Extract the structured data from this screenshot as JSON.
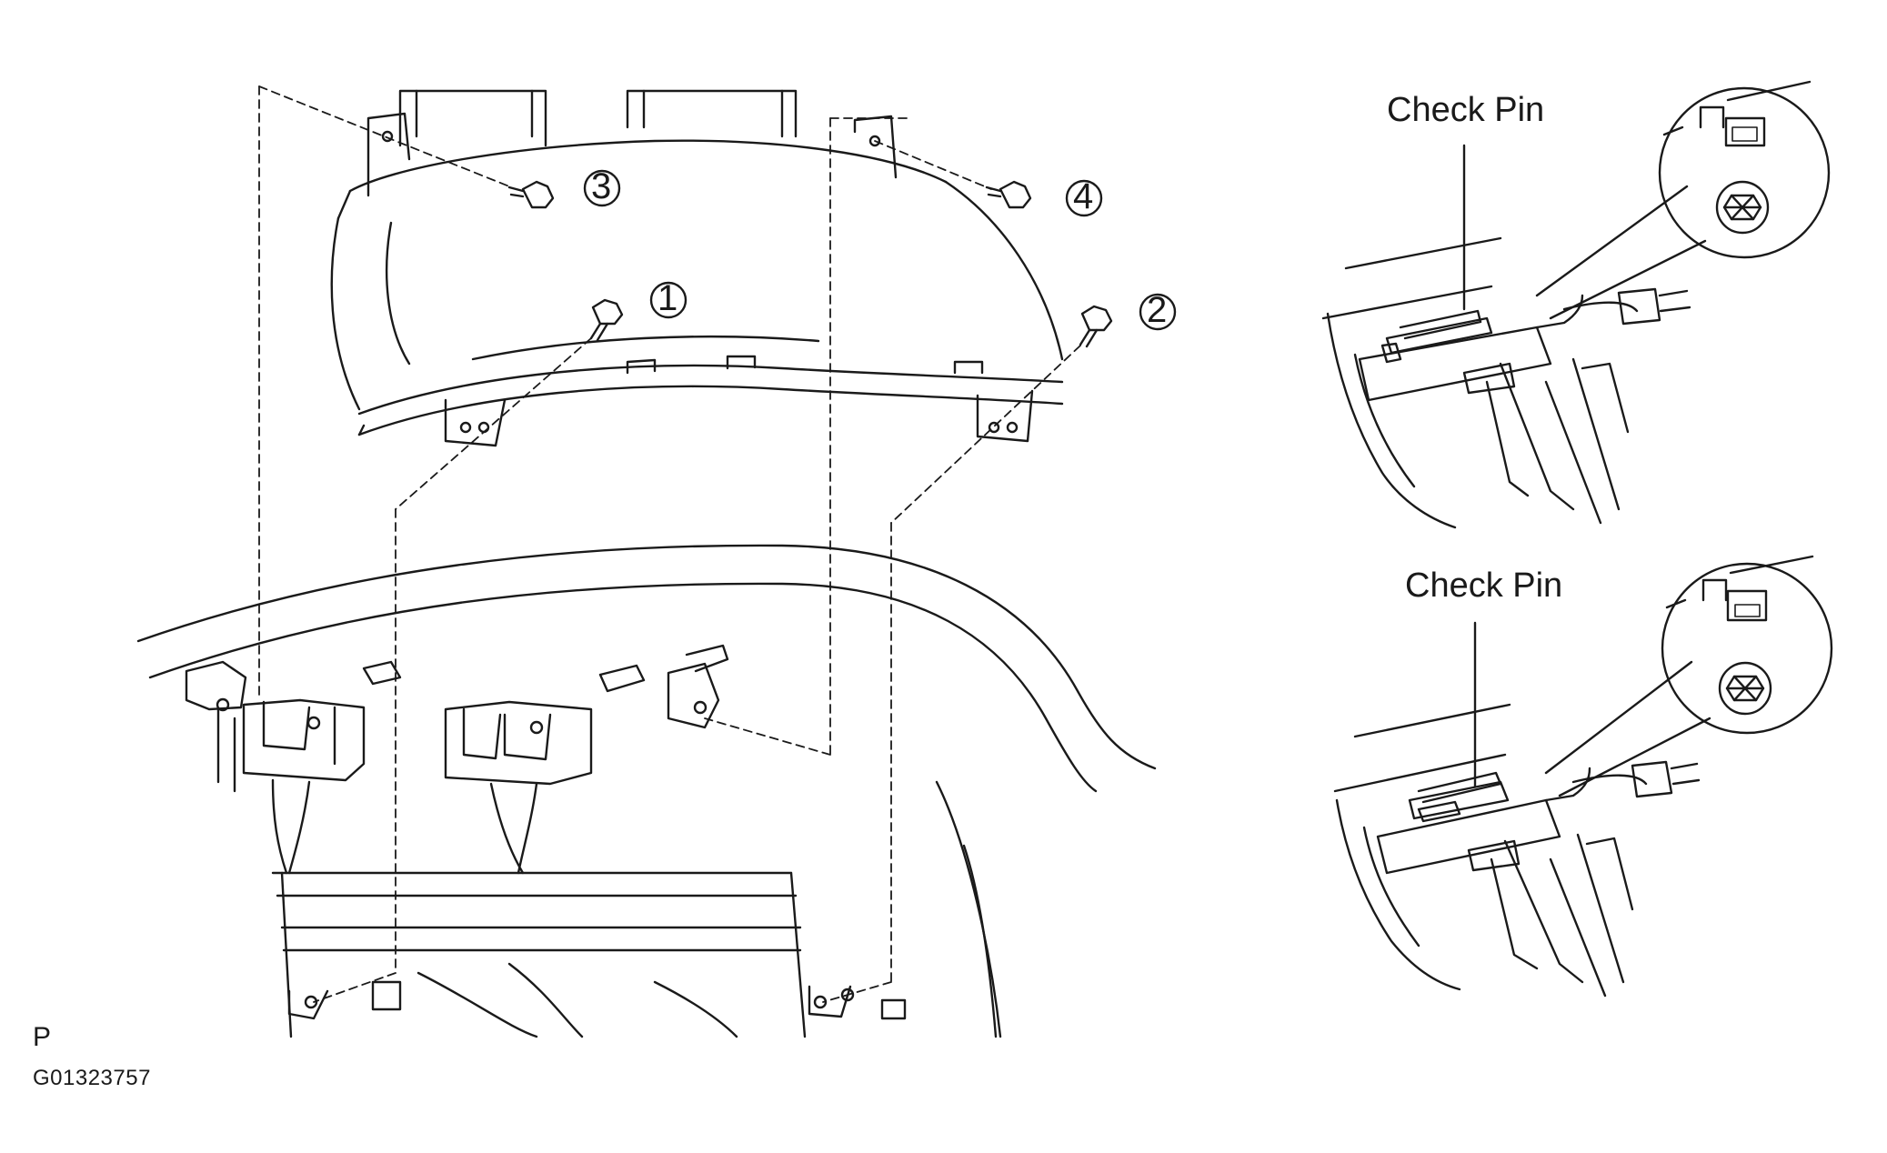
{
  "callouts": {
    "c1": "1",
    "c2": "2",
    "c3": "3",
    "c4": "4"
  },
  "detail_top": {
    "label": "Check Pin"
  },
  "detail_bottom": {
    "label": "Check Pin"
  },
  "corner_mark": "P",
  "figure_id": "G01323757",
  "colors": {
    "ink": "#1a1a1a",
    "background": "#ffffff"
  }
}
